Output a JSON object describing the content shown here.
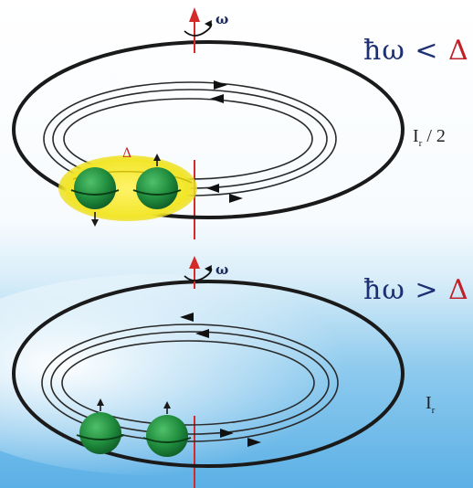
{
  "panels": [
    {
      "omega_label": "ω",
      "condition": {
        "lhs": "ħω",
        "op": "<",
        "rhs": "Δ"
      },
      "moment_label": "I",
      "moment_sub": "r",
      "moment_suffix": "/ 2",
      "gap_label": "Δ"
    },
    {
      "omega_label": "ω",
      "condition": {
        "lhs": "ħω",
        "op": ">",
        "rhs": "Δ"
      },
      "moment_label": "I",
      "moment_sub": "r"
    }
  ],
  "colors": {
    "ring": "#1a1a1a",
    "axis": "#d42a2a",
    "nucleon": "#1f8a3c",
    "pair_halo": "#f4ea2c",
    "condition_text": "#1e2f73",
    "delta": "#c0202a"
  }
}
